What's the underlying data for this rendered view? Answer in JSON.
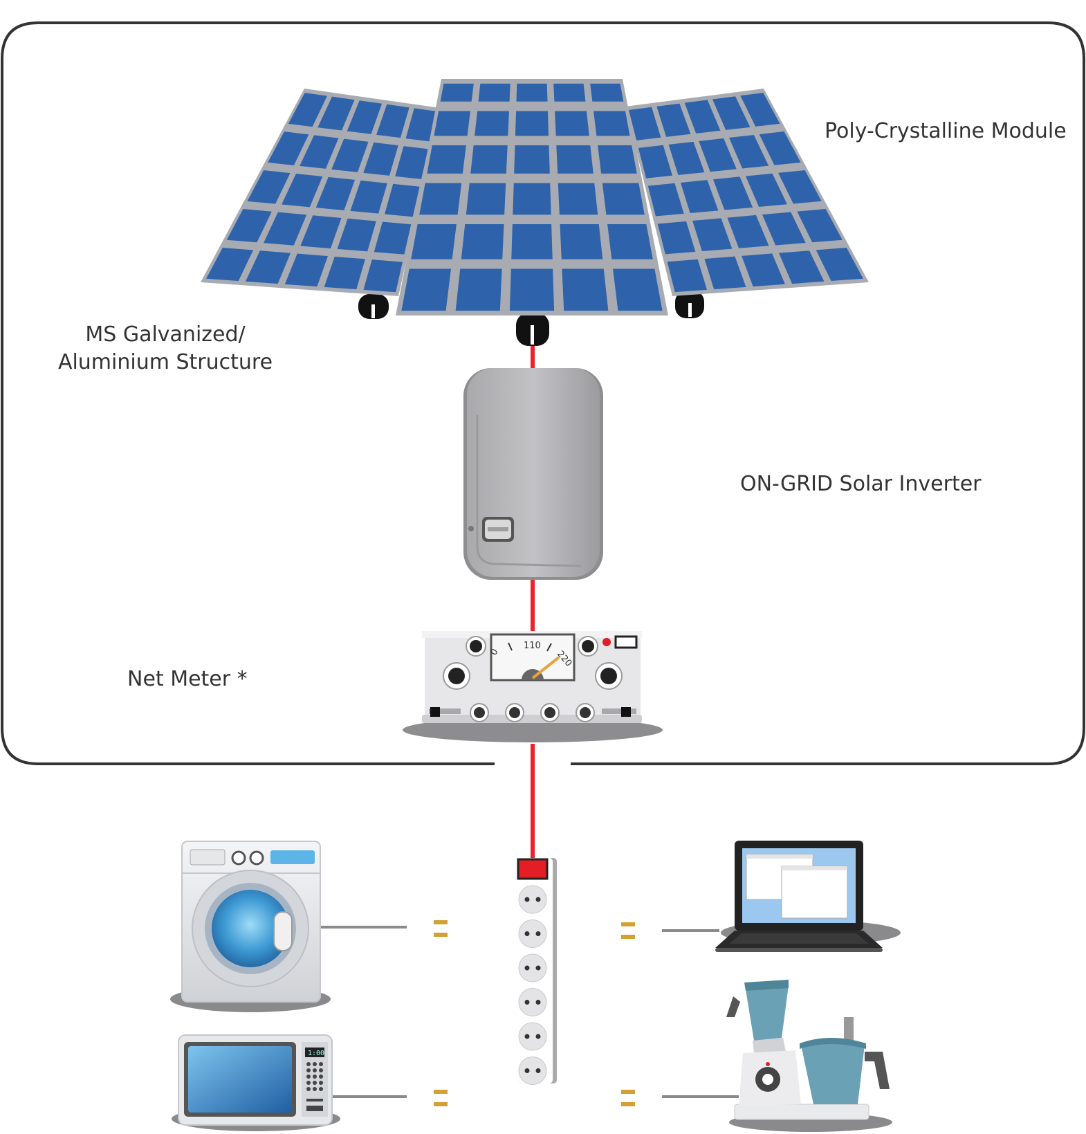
{
  "labels": {
    "module": "Poly-Crystalline Module",
    "structure_line1": "MS Galvanized/",
    "structure_line2": "Aluminium Structure",
    "inverter": "ON-GRID Solar Inverter",
    "net_meter": "Net Meter *"
  },
  "meter": {
    "scale_0": "0",
    "scale_110": "110",
    "scale_220": "220"
  },
  "microwave": {
    "clock": "1:00"
  },
  "appliances": [
    {
      "name": "washing-machine"
    },
    {
      "name": "microwave-oven"
    },
    {
      "name": "laptop"
    },
    {
      "name": "blender-food-processor"
    }
  ],
  "colors": {
    "cable": "#E8232A",
    "panel_cell": "#2E63AC",
    "panel_frame": "#A8ACB2",
    "frame": "#333333",
    "inverter_body": "#B5B5B8",
    "plug_pins": "#D4A034",
    "power_switch": "#E31E24"
  }
}
